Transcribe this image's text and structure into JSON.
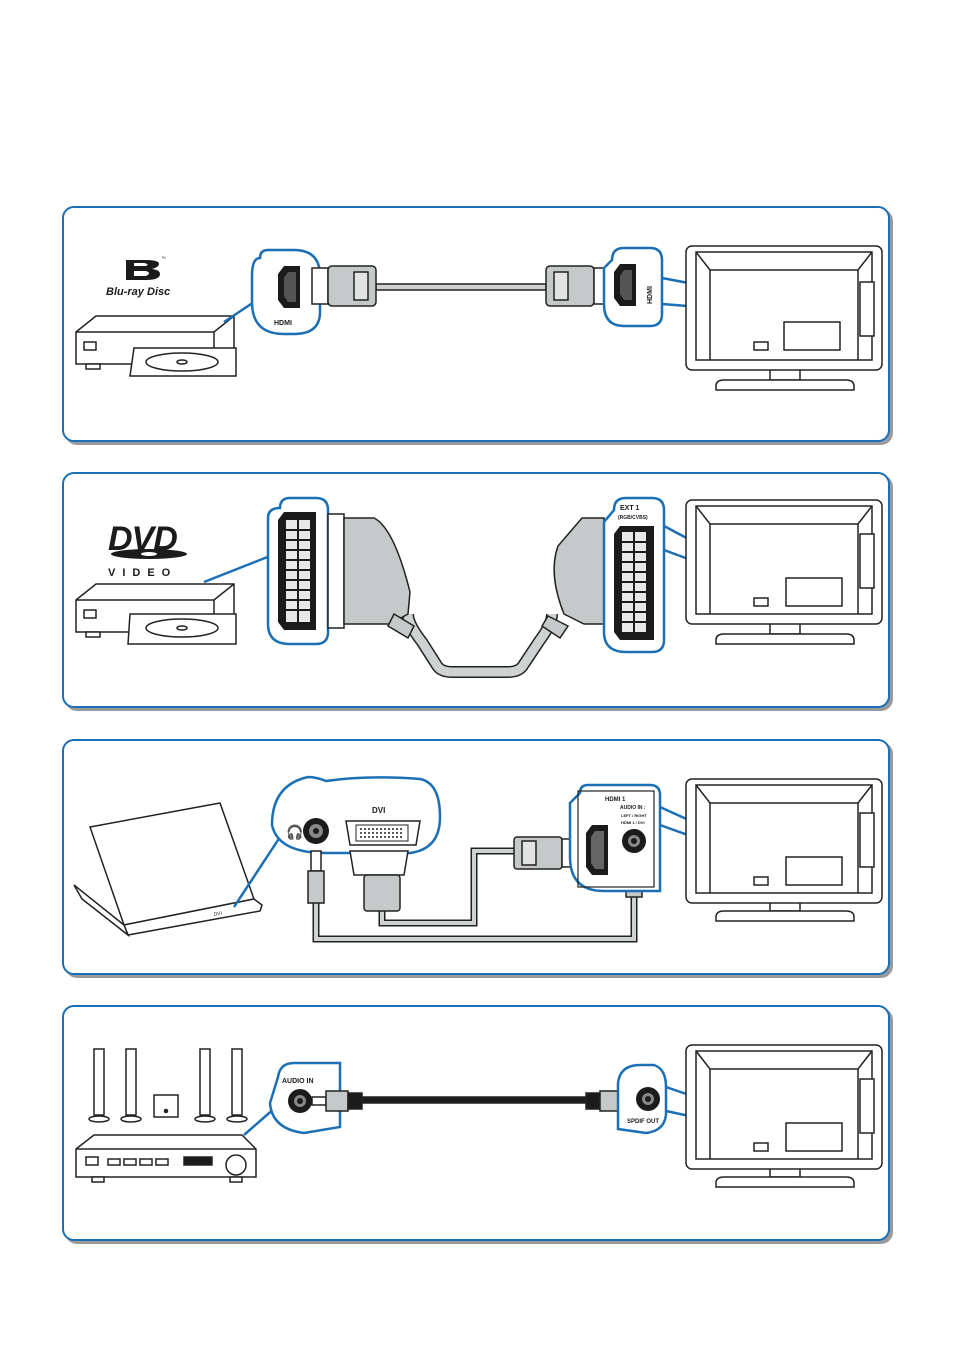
{
  "panels": [
    {
      "id": "bluray",
      "logo": {
        "line1": "Blu-ray",
        "line2": "Disc",
        "tm": "™"
      },
      "left_port_label": "HDMI",
      "right_port_label": "HDMI"
    },
    {
      "id": "dvd",
      "logo": {
        "main": "DVD",
        "sub": "VIDEO"
      },
      "right_port_label": "EXT 1",
      "right_port_sublabel": "(RGB/CVBS)"
    },
    {
      "id": "pc",
      "pc_port_label": "DVI",
      "laptop_port_label": "DVI",
      "tv_port_label": "HDMI 1",
      "tv_audio_label": "AUDIO IN :",
      "tv_audio_sub1": "LEFT / RIGHT",
      "tv_audio_sub2": "HDMI 1 / DVI"
    },
    {
      "id": "audio",
      "left_port_label": "AUDIO IN",
      "right_port_label": "SPDIF OUT"
    }
  ],
  "colors": {
    "accent": "#1a6fb5",
    "outline": "#222222",
    "cable": "#cfd2d2",
    "plug": "#c5c9c9",
    "black": "#1b1b1b"
  }
}
